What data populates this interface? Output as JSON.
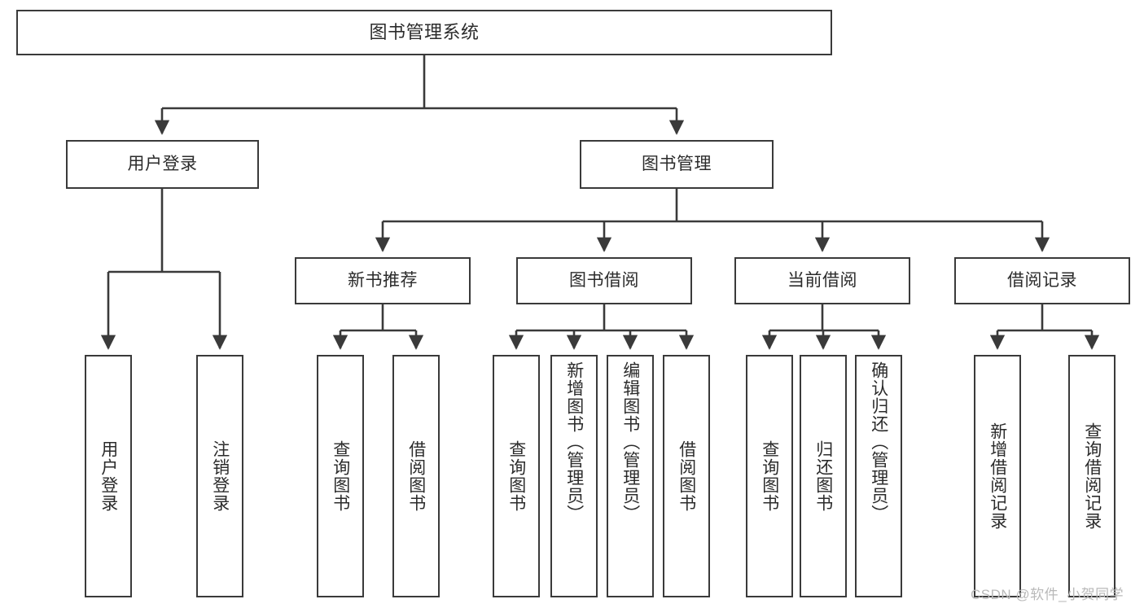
{
  "diagram": {
    "type": "tree-hierarchy-chart",
    "title": "图书管理系统",
    "root": {
      "label": "图书管理系统"
    },
    "level2": [
      {
        "label": "用户登录"
      },
      {
        "label": "图书管理"
      }
    ],
    "level3": [
      {
        "label": "新书推荐"
      },
      {
        "label": "图书借阅"
      },
      {
        "label": "当前借阅"
      },
      {
        "label": "借阅记录"
      }
    ],
    "leaves": {
      "user_login": [
        {
          "label": "用户登录"
        },
        {
          "label": "注销登录"
        }
      ],
      "new_book_recommend": [
        {
          "label": "查询图书"
        },
        {
          "label": "借阅图书"
        }
      ],
      "book_borrow": [
        {
          "label": "查询图书"
        },
        {
          "label": "新增图书（管理员）"
        },
        {
          "label": "编辑图书（管理员）"
        },
        {
          "label": "借阅图书"
        }
      ],
      "current_borrow": [
        {
          "label": "查询图书"
        },
        {
          "label": "归还图书"
        },
        {
          "label": "确认归还（管理员）"
        }
      ],
      "borrow_record": [
        {
          "label": "新增借阅记录"
        },
        {
          "label": "查询借阅记录"
        }
      ]
    }
  },
  "watermark": {
    "text": "CSDN @软件_小贺同学"
  },
  "colors": {
    "background": "#ffffff",
    "box_border": "#3a3a3a",
    "text": "#2b2b2b",
    "connector": "#3a3a3a",
    "watermark": "#b9b9b9"
  }
}
